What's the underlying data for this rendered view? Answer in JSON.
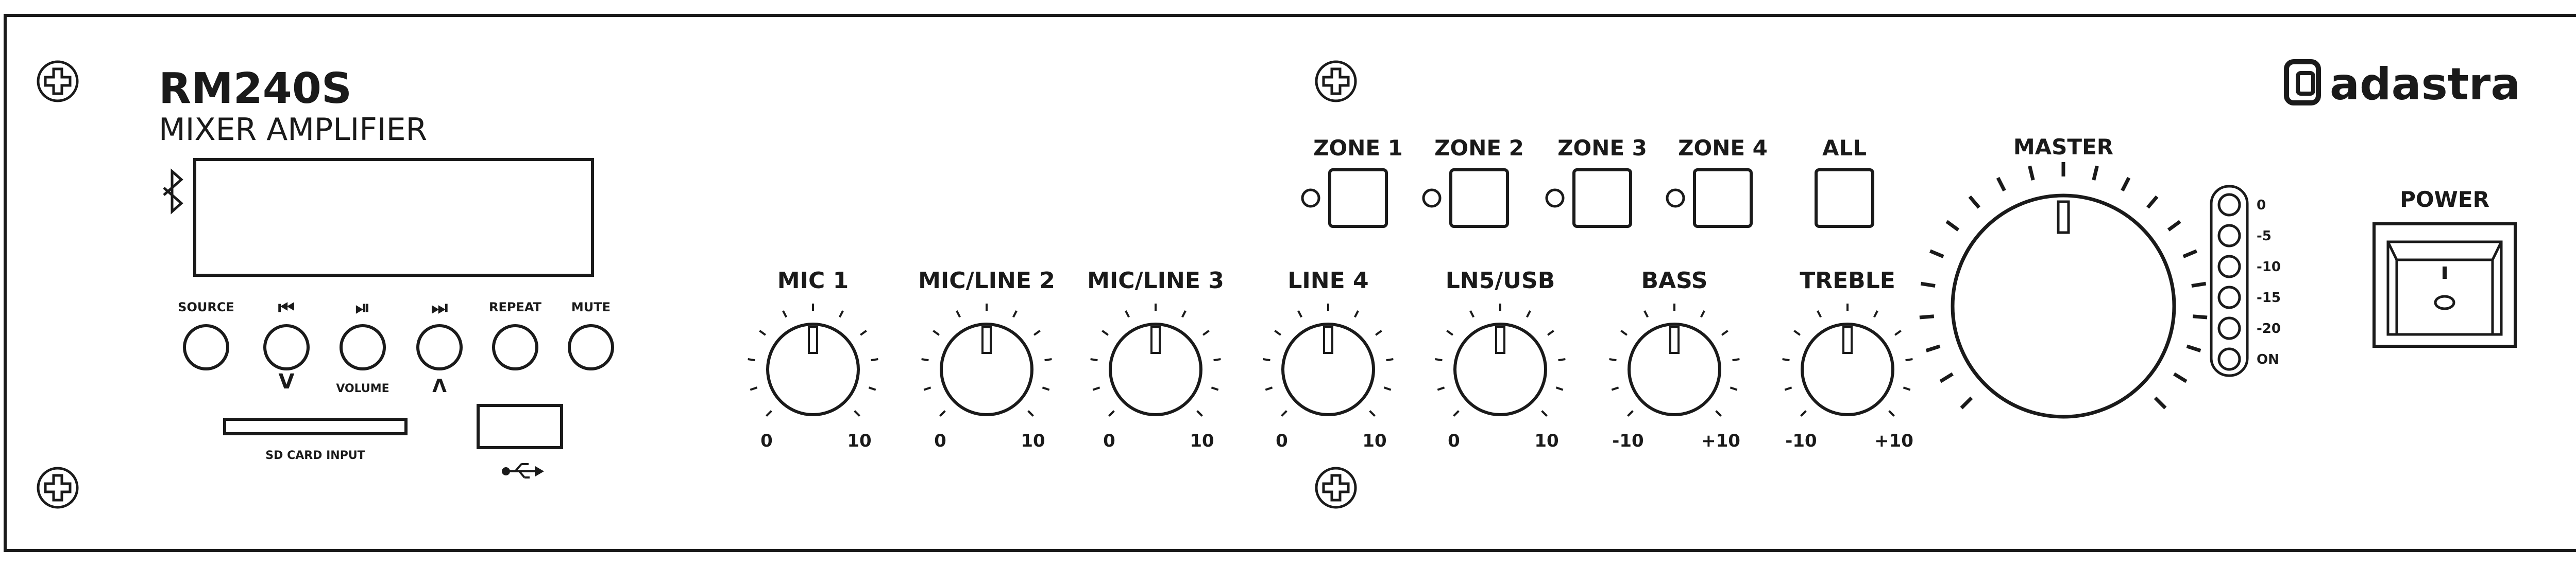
{
  "panel": {
    "model": "RM240S",
    "subtitle": "MIXER AMPLIFIER",
    "brand": "adastra"
  },
  "media": {
    "bluetooth_icon": "bluetooth-icon",
    "buttons": [
      {
        "label": "SOURCE",
        "icon": ""
      },
      {
        "label": "",
        "icon": "⏮"
      },
      {
        "label": "",
        "icon": "⏯"
      },
      {
        "label": "",
        "icon": "⏭"
      },
      {
        "label": "REPEAT",
        "icon": ""
      },
      {
        "label": "MUTE",
        "icon": ""
      }
    ],
    "vol_down": "V",
    "volume_label": "VOLUME",
    "vol_up": "Λ",
    "sd_label": "SD CARD INPUT",
    "usb_icon": "usb-icon"
  },
  "knobs": [
    {
      "label": "MIC 1",
      "min": "0",
      "max": "10"
    },
    {
      "label": "MIC/LINE 2",
      "min": "0",
      "max": "10"
    },
    {
      "label": "MIC/LINE 3",
      "min": "0",
      "max": "10"
    },
    {
      "label": "LINE 4",
      "min": "0",
      "max": "10"
    },
    {
      "label": "LN5/USB",
      "min": "0",
      "max": "10"
    },
    {
      "label": "BASS",
      "min": "-10",
      "max": "+10"
    },
    {
      "label": "TREBLE",
      "min": "-10",
      "max": "+10"
    }
  ],
  "zones": [
    "ZONE 1",
    "ZONE 2",
    "ZONE 3",
    "ZONE 4",
    "ALL"
  ],
  "master": {
    "label": "MASTER"
  },
  "meter": {
    "labels": [
      "0",
      "-5",
      "-10",
      "-15",
      "-20",
      "ON"
    ]
  },
  "power": {
    "label": "POWER"
  }
}
